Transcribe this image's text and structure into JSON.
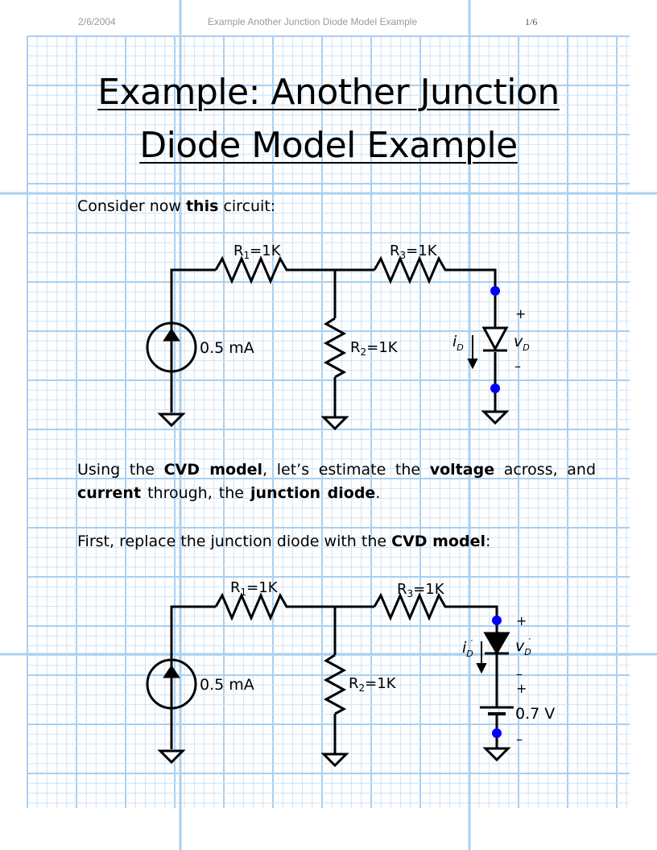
{
  "header": {
    "date": "2/6/2004",
    "doc_title": "Example Another Junction Diode Model Example",
    "page_number": "1/6"
  },
  "title": {
    "line1": "Example: Another Junction",
    "line2": "Diode Model Example"
  },
  "intro": {
    "pre": "Consider now ",
    "bold": "this",
    "post": " circuit:"
  },
  "circuit1": {
    "r1_name": "R",
    "r1_sub": "1",
    "r1_val": "=1K",
    "r2_name": "R",
    "r2_sub": "2",
    "r2_val": "=1K",
    "r3_name": "R",
    "r3_sub": "3",
    "r3_val": "=1K",
    "source": "0.5 mA",
    "id_main": "i",
    "id_sub": "D",
    "vd_main": "v",
    "vd_sub": "D",
    "plus": "+",
    "minus": "–"
  },
  "para2": {
    "t1": "Using the ",
    "b1": "CVD model",
    "t2": ", let’s estimate the ",
    "b2": "voltage",
    "t3": " across, and ",
    "b3": "current",
    "t4": " through, the ",
    "b4": "junction diode",
    "t5": "."
  },
  "para3": {
    "t1": "First, replace the junction diode with the ",
    "b1": "CVD model",
    "t2": ":"
  },
  "circuit2": {
    "r1_name": "R",
    "r1_sub": "1",
    "r1_val": "=1K",
    "r2_name": "R",
    "r2_sub": "2",
    "r2_val": "=1K",
    "r3_name": "R",
    "r3_sub": "3",
    "r3_val": "=1K",
    "source": "0.5 mA",
    "id_main": "i",
    "id_sub": "D",
    "id_prime": "′",
    "vd_main": "v",
    "vd_sub": "D",
    "vd_prime": "′",
    "plus": "+",
    "minus": "–",
    "battery": "0.7 V"
  },
  "colors": {
    "grid_fine": "#cfe3f5",
    "grid_major": "#a9d0f0",
    "node_dot": "#0000ff",
    "ink": "#000000"
  }
}
